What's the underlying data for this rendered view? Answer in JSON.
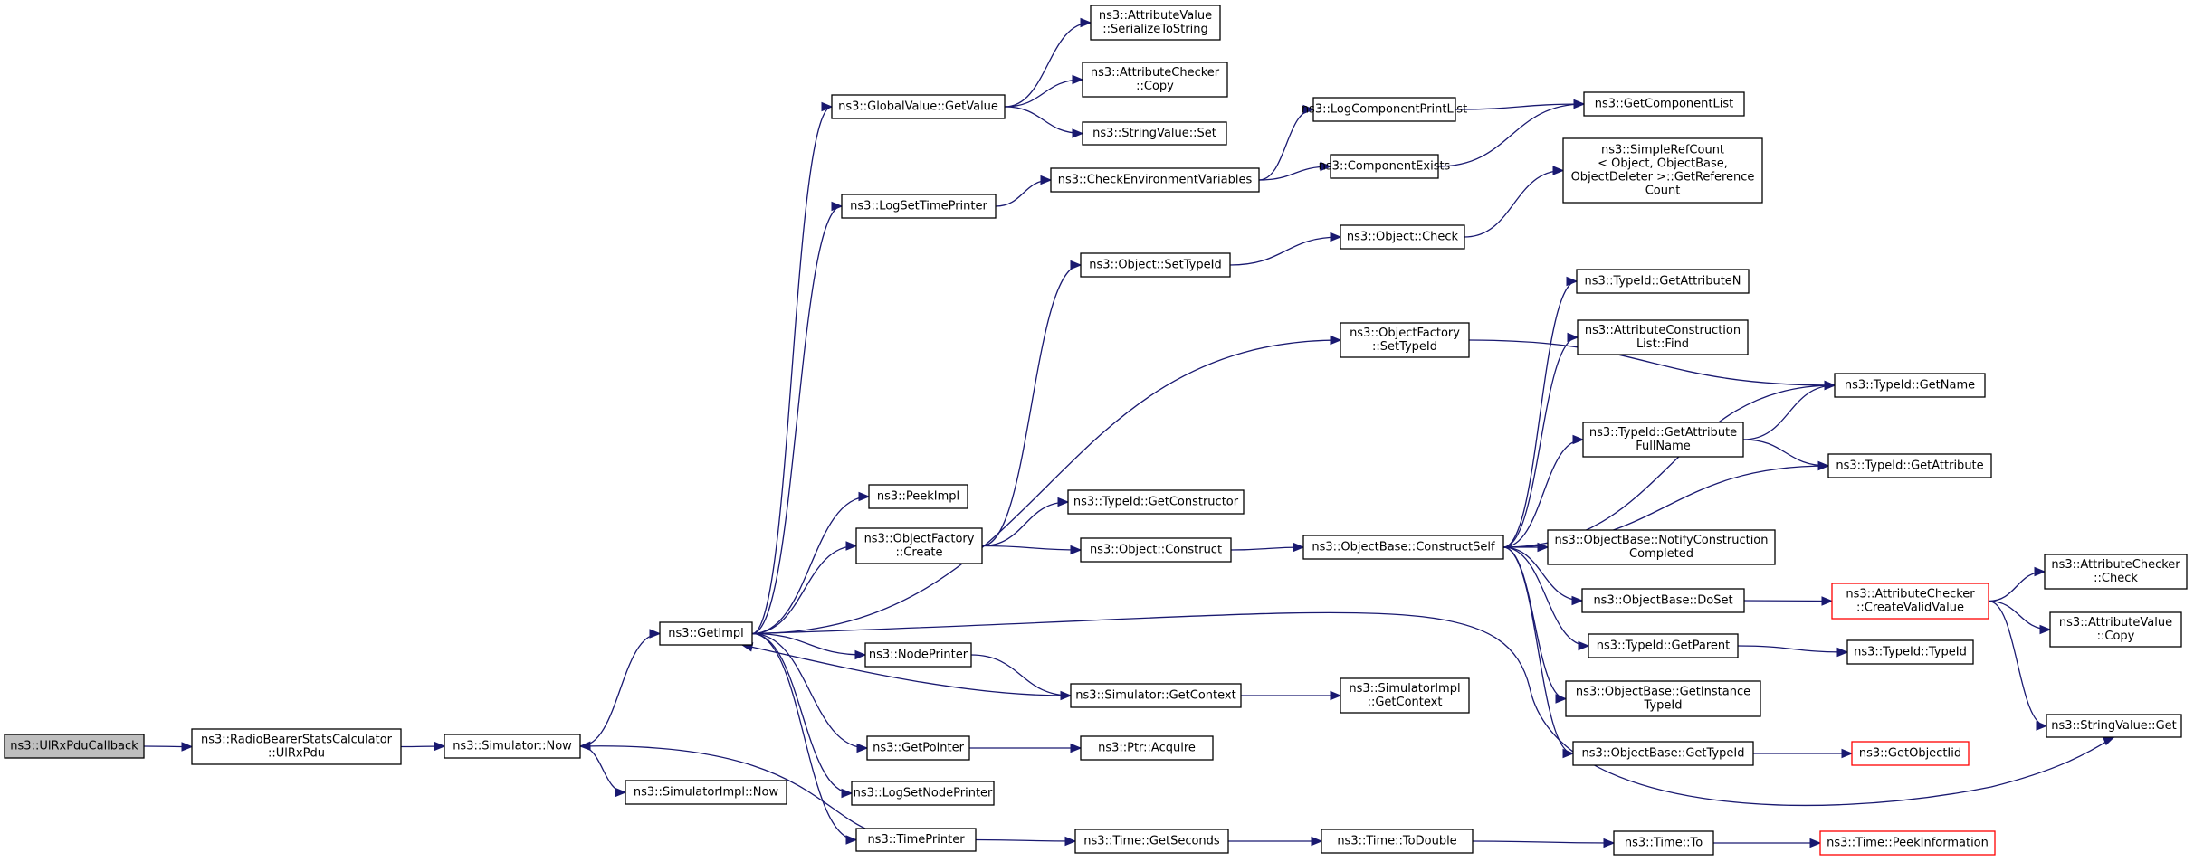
{
  "diagram": {
    "nodes": [
      {
        "id": "root",
        "lines": [
          "ns3::UlRxPduCallback"
        ],
        "style": "root"
      },
      {
        "id": "rbsc",
        "lines": [
          "ns3::RadioBearerStatsCalculator",
          "::UlRxPdu"
        ]
      },
      {
        "id": "simnow",
        "lines": [
          "ns3::Simulator::Now"
        ]
      },
      {
        "id": "simimplnow",
        "lines": [
          "ns3::SimulatorImpl::Now"
        ]
      },
      {
        "id": "getimpl",
        "lines": [
          "ns3::GetImpl"
        ]
      },
      {
        "id": "gv_getvalue",
        "lines": [
          "ns3::GlobalValue::GetValue"
        ]
      },
      {
        "id": "av_ser",
        "lines": [
          "ns3::AttributeValue",
          "::SerializeToString"
        ]
      },
      {
        "id": "ac_copy",
        "lines": [
          "ns3::AttributeChecker",
          "::Copy"
        ]
      },
      {
        "id": "sv_set",
        "lines": [
          "ns3::StringValue::Set"
        ]
      },
      {
        "id": "logsettime",
        "lines": [
          "ns3::LogSetTimePrinter"
        ]
      },
      {
        "id": "checkenv",
        "lines": [
          "ns3::CheckEnvironmentVariables"
        ]
      },
      {
        "id": "logcompprint",
        "lines": [
          "ns3::LogComponentPrintList"
        ]
      },
      {
        "id": "compexists",
        "lines": [
          "ns3::ComponentExists"
        ]
      },
      {
        "id": "getcomplist",
        "lines": [
          "ns3::GetComponentList"
        ]
      },
      {
        "id": "simplerefcount",
        "lines": [
          "ns3::SimpleRefCount",
          "< Object, ObjectBase,",
          "ObjectDeleter >::GetReference",
          "Count"
        ]
      },
      {
        "id": "obj_settypeid",
        "lines": [
          "ns3::Object::SetTypeId"
        ]
      },
      {
        "id": "obj_check",
        "lines": [
          "ns3::Object::Check"
        ]
      },
      {
        "id": "of_settypeid",
        "lines": [
          "ns3::ObjectFactory",
          "::SetTypeId"
        ]
      },
      {
        "id": "tid_getattrn",
        "lines": [
          "ns3::TypeId::GetAttributeN"
        ]
      },
      {
        "id": "acl_find",
        "lines": [
          "ns3::AttributeConstruction",
          "List::Find"
        ]
      },
      {
        "id": "tid_getname",
        "lines": [
          "ns3::TypeId::GetName"
        ]
      },
      {
        "id": "tid_getattrfull",
        "lines": [
          "ns3::TypeId::GetAttribute",
          "FullName"
        ]
      },
      {
        "id": "tid_getattr",
        "lines": [
          "ns3::TypeId::GetAttribute"
        ]
      },
      {
        "id": "peekimpl",
        "lines": [
          "ns3::PeekImpl"
        ]
      },
      {
        "id": "tid_getctor",
        "lines": [
          "ns3::TypeId::GetConstructor"
        ]
      },
      {
        "id": "of_create",
        "lines": [
          "ns3::ObjectFactory",
          "::Create"
        ]
      },
      {
        "id": "obj_construct",
        "lines": [
          "ns3::Object::Construct"
        ]
      },
      {
        "id": "ob_constructself",
        "lines": [
          "ns3::ObjectBase::ConstructSelf"
        ]
      },
      {
        "id": "ob_notify",
        "lines": [
          "ns3::ObjectBase::NotifyConstruction",
          "Completed"
        ]
      },
      {
        "id": "ob_doset",
        "lines": [
          "ns3::ObjectBase::DoSet"
        ]
      },
      {
        "id": "ac_createvalid",
        "lines": [
          "ns3::AttributeChecker",
          "::CreateValidValue"
        ],
        "style": "red"
      },
      {
        "id": "ac_check",
        "lines": [
          "ns3::AttributeChecker",
          "::Check"
        ]
      },
      {
        "id": "av_copy",
        "lines": [
          "ns3::AttributeValue",
          "::Copy"
        ]
      },
      {
        "id": "nodeprinter",
        "lines": [
          "ns3::NodePrinter"
        ]
      },
      {
        "id": "sim_getcontext",
        "lines": [
          "ns3::Simulator::GetContext"
        ]
      },
      {
        "id": "simimpl_getcontext",
        "lines": [
          "ns3::SimulatorImpl",
          "::GetContext"
        ]
      },
      {
        "id": "tid_getparent",
        "lines": [
          "ns3::TypeId::GetParent"
        ]
      },
      {
        "id": "tid_typeid",
        "lines": [
          "ns3::TypeId::TypeId"
        ]
      },
      {
        "id": "ob_getinstance",
        "lines": [
          "ns3::ObjectBase::GetInstance",
          "TypeId"
        ]
      },
      {
        "id": "getpointer",
        "lines": [
          "ns3::GetPointer"
        ]
      },
      {
        "id": "ptr_acquire",
        "lines": [
          "ns3::Ptr::Acquire"
        ]
      },
      {
        "id": "ob_gettypeid",
        "lines": [
          "ns3::ObjectBase::GetTypeId"
        ]
      },
      {
        "id": "getobjectiid",
        "lines": [
          "ns3::GetObjectIid"
        ],
        "style": "red"
      },
      {
        "id": "sv_get",
        "lines": [
          "ns3::StringValue::Get"
        ]
      },
      {
        "id": "logsetnode",
        "lines": [
          "ns3::LogSetNodePrinter"
        ]
      },
      {
        "id": "timeprinter",
        "lines": [
          "ns3::TimePrinter"
        ]
      },
      {
        "id": "time_getsec",
        "lines": [
          "ns3::Time::GetSeconds"
        ]
      },
      {
        "id": "time_todouble",
        "lines": [
          "ns3::Time::ToDouble"
        ]
      },
      {
        "id": "time_to",
        "lines": [
          "ns3::Time::To"
        ]
      },
      {
        "id": "time_peek",
        "lines": [
          "ns3::Time::PeekInformation"
        ],
        "style": "red"
      }
    ],
    "edges": [
      [
        "root",
        "rbsc"
      ],
      [
        "rbsc",
        "simnow"
      ],
      [
        "simnow",
        "getimpl"
      ],
      [
        "simnow",
        "simimplnow"
      ],
      [
        "getimpl",
        "gv_getvalue"
      ],
      [
        "getimpl",
        "logsettime"
      ],
      [
        "getimpl",
        "of_settypeid"
      ],
      [
        "getimpl",
        "peekimpl"
      ],
      [
        "getimpl",
        "of_create"
      ],
      [
        "getimpl",
        "nodeprinter"
      ],
      [
        "getimpl",
        "getpointer"
      ],
      [
        "getimpl",
        "logsetnode"
      ],
      [
        "getimpl",
        "timeprinter"
      ],
      [
        "getimpl",
        "sv_get"
      ],
      [
        "gv_getvalue",
        "av_ser"
      ],
      [
        "gv_getvalue",
        "ac_copy"
      ],
      [
        "gv_getvalue",
        "sv_set"
      ],
      [
        "logsettime",
        "checkenv"
      ],
      [
        "checkenv",
        "logcompprint"
      ],
      [
        "checkenv",
        "compexists"
      ],
      [
        "logcompprint",
        "getcomplist"
      ],
      [
        "compexists",
        "getcomplist"
      ],
      [
        "of_settypeid",
        "tid_getname"
      ],
      [
        "of_create",
        "obj_settypeid"
      ],
      [
        "of_create",
        "tid_getctor"
      ],
      [
        "of_create",
        "obj_construct"
      ],
      [
        "obj_settypeid",
        "obj_check"
      ],
      [
        "obj_check",
        "simplerefcount"
      ],
      [
        "obj_construct",
        "ob_constructself"
      ],
      [
        "ob_constructself",
        "tid_getattrn"
      ],
      [
        "ob_constructself",
        "acl_find"
      ],
      [
        "ob_constructself",
        "tid_getname"
      ],
      [
        "ob_constructself",
        "tid_getattrfull"
      ],
      [
        "ob_constructself",
        "tid_getattr"
      ],
      [
        "ob_constructself",
        "ob_notify"
      ],
      [
        "ob_constructself",
        "ob_doset"
      ],
      [
        "ob_constructself",
        "tid_getparent"
      ],
      [
        "ob_constructself",
        "ob_getinstance"
      ],
      [
        "ob_constructself",
        "ob_gettypeid"
      ],
      [
        "tid_getattrfull",
        "tid_getname"
      ],
      [
        "tid_getattrfull",
        "tid_getattr"
      ],
      [
        "ob_doset",
        "ac_createvalid"
      ],
      [
        "ac_createvalid",
        "ac_check"
      ],
      [
        "ac_createvalid",
        "av_copy"
      ],
      [
        "ac_createvalid",
        "sv_get"
      ],
      [
        "nodeprinter",
        "sim_getcontext"
      ],
      [
        "sim_getcontext",
        "getimpl"
      ],
      [
        "sim_getcontext",
        "simimpl_getcontext"
      ],
      [
        "tid_getparent",
        "tid_typeid"
      ],
      [
        "ob_gettypeid",
        "getobjectiid"
      ],
      [
        "getpointer",
        "ptr_acquire"
      ],
      [
        "timeprinter",
        "simnow"
      ],
      [
        "timeprinter",
        "time_getsec"
      ],
      [
        "time_getsec",
        "time_todouble"
      ],
      [
        "time_todouble",
        "time_to"
      ],
      [
        "time_to",
        "time_peek"
      ]
    ]
  }
}
